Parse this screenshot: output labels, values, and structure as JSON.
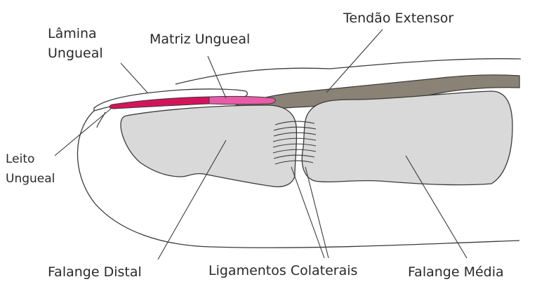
{
  "labels": {
    "lamina_line1": "Lâmina",
    "lamina_line2": "Ungueal",
    "matriz": "Matriz Ungueal",
    "tendao": "Tendão Extensor",
    "leito_line1": "Leito",
    "leito_line2": "Ungueal",
    "falange_distal": "Falange Distal",
    "ligamentos": "Ligamentos Colaterais",
    "falange_media": "Falange Média"
  },
  "colors": {
    "outline": "#3a3a3a",
    "bone_fill": "#d9d9d9",
    "tendon_fill": "#8a8275",
    "nail_bed_red": "#d4145a",
    "matrix_pink": "#e85ca8",
    "nail_plate_fill": "#ffffff",
    "text": "#2a2a2a"
  }
}
